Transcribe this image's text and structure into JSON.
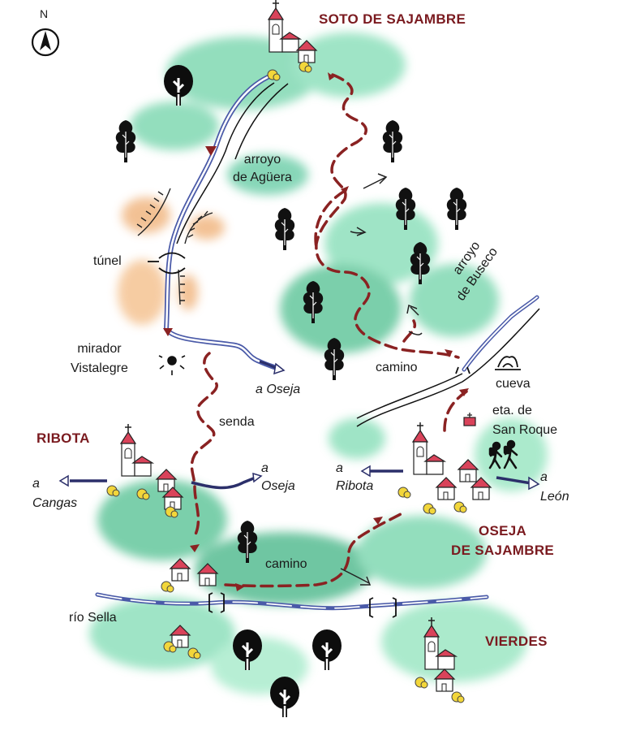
{
  "towns": {
    "soto": "SOTO DE SAJAMBRE",
    "ribota": "RIBOTA",
    "oseja_line1": "OSEJA",
    "oseja_line2": "DE SAJAMBRE",
    "vierdes": "VIERDES"
  },
  "labels": {
    "arroyo_aguera_1": "arroyo",
    "arroyo_aguera_2": "de Agüera",
    "tunel": "túnel",
    "mirador_1": "mirador",
    "mirador_2": "Vistalegre",
    "senda": "senda",
    "camino_east": "camino",
    "camino_south": "camino",
    "arroyo_buseco_1": "arroyo",
    "arroyo_buseco_2": "de Buseco",
    "cueva": "cueva",
    "ermita_1": "eta. de",
    "ermita_2": "San Roque",
    "rio_sella": "río Sella"
  },
  "directions": {
    "a_oseja_top": "a Oseja",
    "a_oseja_mid_1": "a",
    "a_oseja_mid_2": "Oseja",
    "a_cangas_1": "a",
    "a_cangas_2": "Cangas",
    "a_ribota_1": "a",
    "a_ribota_2": "Ribota",
    "a_leon_1": "a",
    "a_leon_2": "León"
  },
  "compass": "N",
  "colors": {
    "town": "#7a1a1f",
    "route": "#8a2222",
    "river": "#4a5aa8",
    "vegetation": "#5fc9a0",
    "rock": "#f0b27a",
    "roof": "#d9435a",
    "yellow_tree": "#f2d63a"
  }
}
